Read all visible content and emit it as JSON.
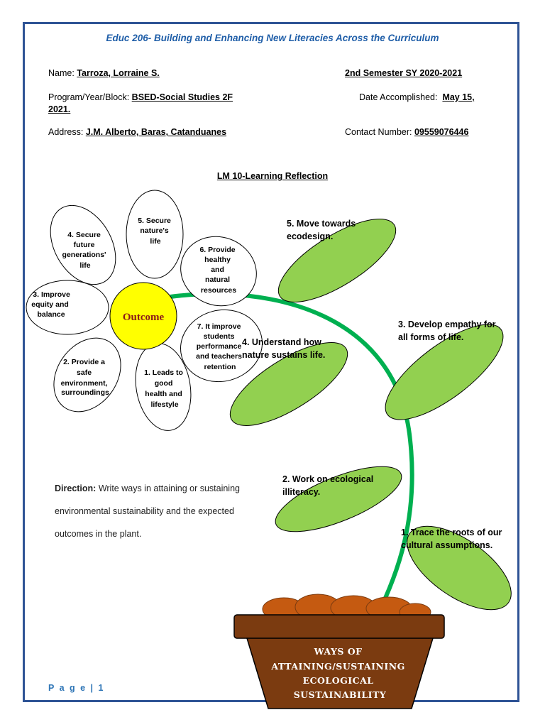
{
  "header": {
    "course": "Educ 206- Building and Enhancing New Literacies Across the Curriculum"
  },
  "fields": {
    "name_label": "Name:",
    "name_value": "Tarroza, Lorraine S.",
    "semester": "2nd Semester SY 2020-2021",
    "program_label": "Program/Year/Block:",
    "program_value": "BSED-Social Studies 2F",
    "date_label": "Date   Accomplished:",
    "date_value_1": "May   15,",
    "date_value_2": "2021.",
    "address_label": "Address:",
    "address_value": "J.M. Alberto, Baras, Catanduanes",
    "contact_label": "Contact Number:",
    "contact_value": "09559076446"
  },
  "title": "LM 10-Learning Reflection",
  "flower": {
    "center": "Outcome",
    "petals": [
      {
        "lines": [
          "1. Leads to",
          "good",
          "health and",
          "lifestyle"
        ]
      },
      {
        "lines": [
          "2. Provide a",
          "safe",
          "environment,",
          "surroundings"
        ]
      },
      {
        "lines": [
          "3. Improve",
          "equity and",
          "balance"
        ]
      },
      {
        "lines": [
          "4. Secure",
          "future",
          "generations'",
          "life"
        ]
      },
      {
        "lines": [
          "5. Secure",
          "nature's",
          "life"
        ]
      },
      {
        "lines": [
          "6. Provide",
          "healthy",
          "and",
          "natural",
          "resources"
        ]
      },
      {
        "lines": [
          "7. It improve",
          "students",
          "performance",
          "and teachers",
          "retention"
        ]
      }
    ]
  },
  "leaves": [
    {
      "lines": [
        "5.  Move towards",
        "ecodesign."
      ]
    },
    {
      "lines": [
        "4. Understand how",
        "nature sustains life."
      ]
    },
    {
      "lines": [
        "3. Develop empathy for",
        "all forms of life."
      ]
    },
    {
      "lines": [
        "2. Work on ecological",
        "illiteracy."
      ]
    },
    {
      "lines": [
        "1. Trace the roots of our",
        "cultural assumptions."
      ]
    }
  ],
  "pot": {
    "lines": [
      "WAYS OF",
      "ATTAINING/SUSTAINING",
      "ECOLOGICAL",
      "SUSTAINABILITY"
    ]
  },
  "direction": {
    "label": "Direction:",
    "line1": " Write ways in attaining or sustaining",
    "line2": "environmental sustainability and the expected",
    "line3": "outcomes in the plant."
  },
  "footer": {
    "page": "P a g e | 1"
  },
  "colors": {
    "border": "#2e5395",
    "course_title": "#1f5ea8",
    "leaf": "#92d050",
    "stem": "#00b050",
    "flower_center": "#ffff00",
    "pot": "#7b3b10",
    "soil": "#c55a11"
  }
}
